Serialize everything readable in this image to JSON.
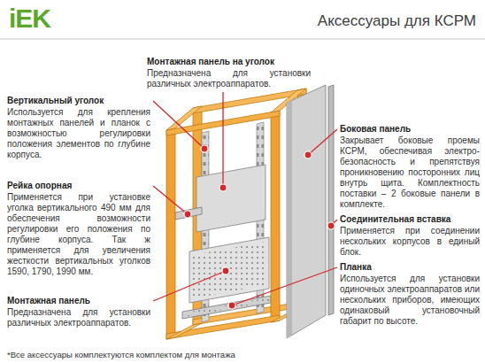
{
  "diagram": {
    "title": "Аксессуары для КСРМ",
    "labels": [
      "iEK",
      "Монтажная панель на уголок",
      "Предназначена для установки различных электроаппаратов.",
      "Вертикальный уголок",
      "Используется для крепления монтажных панелей и планок с возможностью регулировки положения элементов по глубине корпуса.",
      "Рейка опорная",
      "Применяется при установке уголка вертикального 490 мм для обеспечения возможности регулировки его положения по глубине корпуса. Так ж применяется для увеличения жесткости вертикальных уголков 1590, 1790, 1990 мм.",
      "Монтажная панель",
      "Предназначена для установки различных электроаппаратов.",
      "Боковая панель",
      "Закрывает боковые проемы КСРМ, обеспечивая электро-безопасность и препятствуя проникновению посторонних лиц внутрь щита. Комплектность поставки – 2 боковые панели в комплекте.",
      "Соединительная вставка",
      "Применяется при соединении нескольких корпусов в единый блок.",
      "Планка",
      "Используется для установки одиночных электроаппаратов или нескольких приборов, имеющих одинаковый установочный габарит по высоте.",
      "*Все аксессуары комплектуются комплектом для монтажа"
    ]
  }
}
